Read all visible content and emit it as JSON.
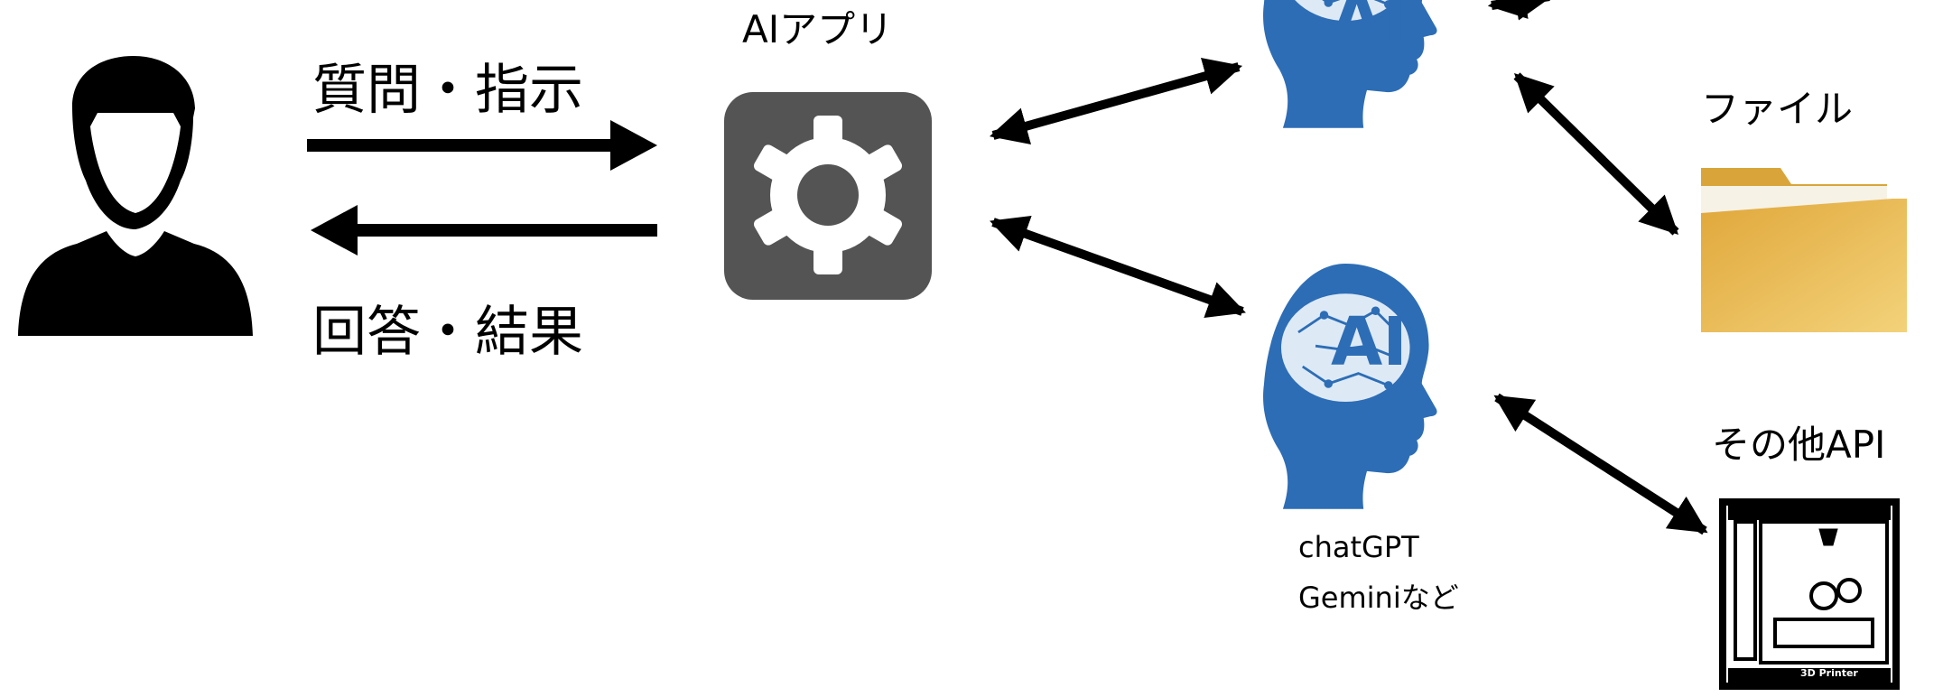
{
  "labels": {
    "question": "質問・指示",
    "answer": "回答・結果",
    "app": "AIアプリ",
    "file": "ファイル",
    "other_api": "その他API",
    "ai_names_1": "chatGPT",
    "ai_names_2": "Geminiなど",
    "ai_badge_top": "AI",
    "ai_badge_bottom": "AI",
    "printer_text": "3D Printer"
  },
  "colors": {
    "user": "#000000",
    "app_box": "#545454",
    "gear": "#ffffff",
    "ai_head": "#2d6db5",
    "brain_fill": "#ddeaf6",
    "folder_back": "#d9a53a",
    "folder_front": "#f0c95c",
    "arrow": "#000000"
  },
  "icons": {
    "user": "user-silhouette-icon",
    "app": "gear-icon",
    "ai": "ai-head-icon",
    "file": "folder-icon",
    "printer": "3d-printer-icon"
  }
}
